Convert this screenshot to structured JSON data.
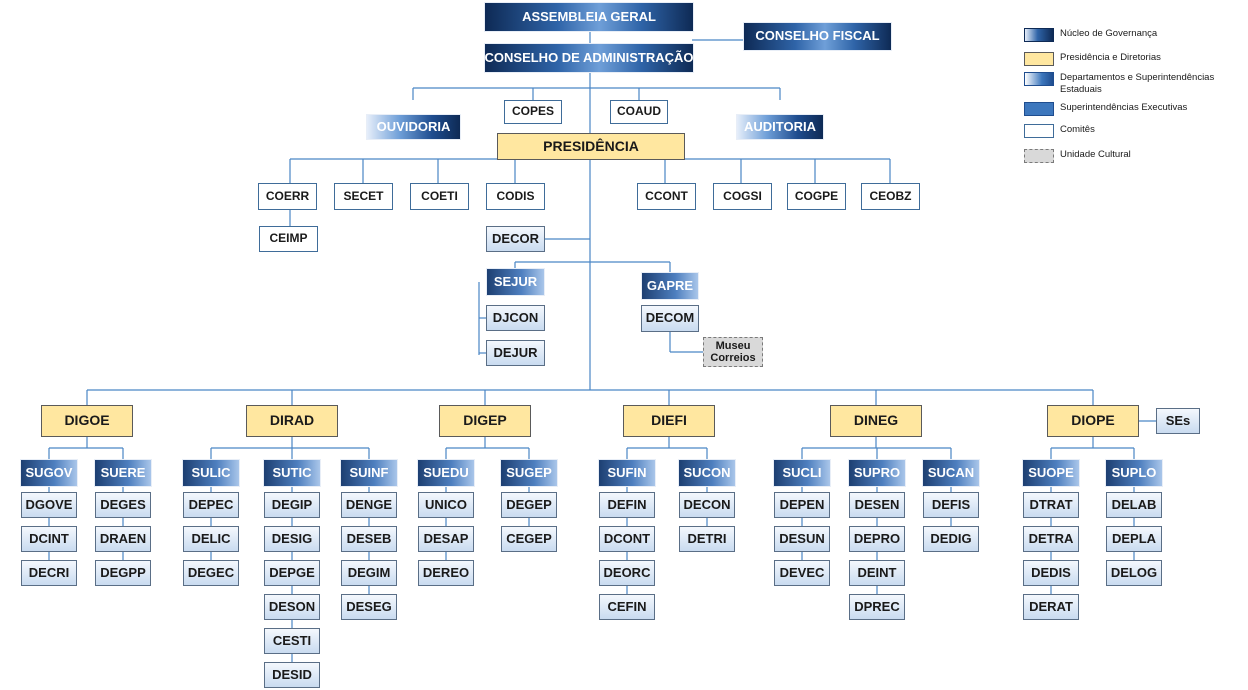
{
  "governance": {
    "assembleia": "ASSEMBLEIA GERAL",
    "conselho_fiscal": "CONSELHO FISCAL",
    "conselho_admin": "CONSELHO DE ADMINISTRAÇÃO",
    "copes": "COPES",
    "coaud": "COAUD",
    "ouvidoria": "OUVIDORIA",
    "auditoria": "AUDITORIA"
  },
  "presidencia": {
    "label": "PRESIDÊNCIA",
    "committees_left": [
      "COERR",
      "SECET",
      "COETI",
      "CODIS"
    ],
    "committees_right": [
      "CCONT",
      "COGSI",
      "COGPE",
      "CEOBZ"
    ],
    "ceimp": "CEIMP",
    "decor": "DECOR",
    "sejur": {
      "label": "SEJUR",
      "depts": [
        "DJCON",
        "DEJUR"
      ]
    },
    "gapre": {
      "label": "GAPRE",
      "dept": "DECOM",
      "museu": "Museu Correios"
    }
  },
  "directorates": [
    {
      "label": "DIGOE",
      "units": [
        {
          "label": "SUGOV",
          "depts": [
            "DGOVE",
            "DCINT",
            "DECRI"
          ]
        },
        {
          "label": "SUERE",
          "depts": [
            "DEGES",
            "DRAEN",
            "DEGPP"
          ]
        }
      ]
    },
    {
      "label": "DIRAD",
      "units": [
        {
          "label": "SULIC",
          "depts": [
            "DEPEC",
            "DELIC",
            "DEGEC"
          ]
        },
        {
          "label": "SUTIC",
          "depts": [
            "DEGIP",
            "DESIG",
            "DEPGE",
            "DESON",
            "CESTI",
            "DESID"
          ]
        },
        {
          "label": "SUINF",
          "depts": [
            "DENGE",
            "DESEB",
            "DEGIM",
            "DESEG"
          ]
        }
      ]
    },
    {
      "label": "DIGEP",
      "units": [
        {
          "label": "SUEDU",
          "depts": [
            "UNICO",
            "DESAP",
            "DEREO"
          ]
        },
        {
          "label": "SUGEP",
          "depts": [
            "DEGEP",
            "CEGEP"
          ]
        }
      ]
    },
    {
      "label": "DIEFI",
      "units": [
        {
          "label": "SUFIN",
          "depts": [
            "DEFIN",
            "DCONT",
            "DEORC",
            "CEFIN"
          ]
        },
        {
          "label": "SUCON",
          "depts": [
            "DECON",
            "DETRI"
          ]
        }
      ]
    },
    {
      "label": "DINEG",
      "units": [
        {
          "label": "SUCLI",
          "depts": [
            "DEPEN",
            "DESUN",
            "DEVEC"
          ]
        },
        {
          "label": "SUPRO",
          "depts": [
            "DESEN",
            "DEPRO",
            "DEINT",
            "DPREC"
          ]
        },
        {
          "label": "SUCAN",
          "depts": [
            "DEFIS",
            "DEDIG"
          ]
        }
      ]
    },
    {
      "label": "DIOPE",
      "units": [
        {
          "label": "SUOPE",
          "depts": [
            "DTRAT",
            "DETRA",
            "DEDIS",
            "DERAT"
          ]
        },
        {
          "label": "SUPLO",
          "depts": [
            "DELAB",
            "DEPLA",
            "DELOG"
          ]
        }
      ]
    }
  ],
  "ses": "SEs",
  "legend": [
    {
      "label": "Núcleo de Governança",
      "swatch": "gov"
    },
    {
      "label": "Presidência e Diretorias",
      "swatch": "pres"
    },
    {
      "label": "Departamentos e Superintendências Estaduais",
      "swatch": "dept"
    },
    {
      "label": "Superintendências Executivas",
      "swatch": "sup"
    },
    {
      "label": "Comitês",
      "swatch": "com"
    },
    {
      "label": "Unidade Cultural",
      "swatch": "cul"
    }
  ],
  "colors": {
    "line": "#4a86c5",
    "presidencia_fill": "#ffe7a0",
    "governance_dark": "#0e2a55",
    "superintendency": "#3d77bd"
  }
}
